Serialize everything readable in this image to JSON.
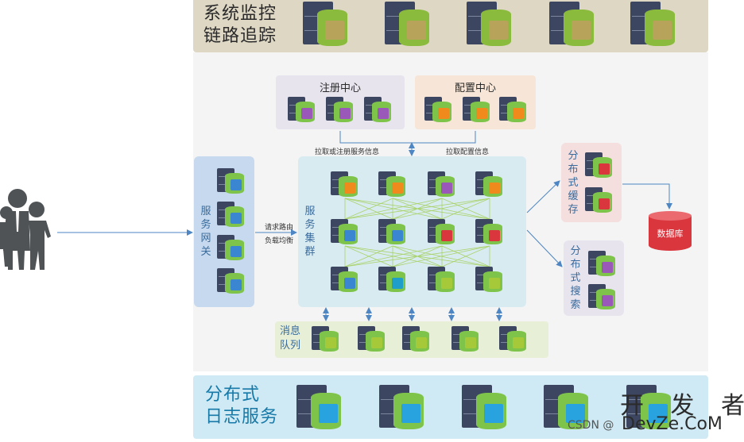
{
  "monitor": {
    "label": "系统监控\n链路追踪"
  },
  "registry": {
    "title": "注册中心"
  },
  "config": {
    "title": "配置中心"
  },
  "gateway": {
    "label": "服务网关"
  },
  "cluster": {
    "label": "服务集群"
  },
  "cache": {
    "label": "分布式缓存"
  },
  "search": {
    "label": "分布式搜索"
  },
  "mq": {
    "label": "消息\n队列"
  },
  "database": {
    "label": "数据库"
  },
  "logging": {
    "label": "分布式\n日志服务"
  },
  "edges": {
    "registry_to_cluster": "拉取或注册服务信息",
    "config_to_cluster": "拉取配置信息",
    "gateway_route_1": "请求路由",
    "gateway_route_2": "负载均衡"
  },
  "watermark": {
    "brand": "开 发 者",
    "site": "DevZe.CoM",
    "csdn": "CSDN @"
  },
  "colors": {
    "monitor_bg": "#ddd7c4",
    "registry_bg": "#e8e4ee",
    "config_bg": "#f7e6d7",
    "gateway_bg": "#c6d9ee",
    "cluster_bg": "#d8ebf1",
    "cache_bg": "#f4dede",
    "search_bg": "#e8e4ee",
    "mq_bg": "#e7efd7",
    "logging_bg": "#cfeaf4",
    "arrow": "#4e86c4"
  }
}
